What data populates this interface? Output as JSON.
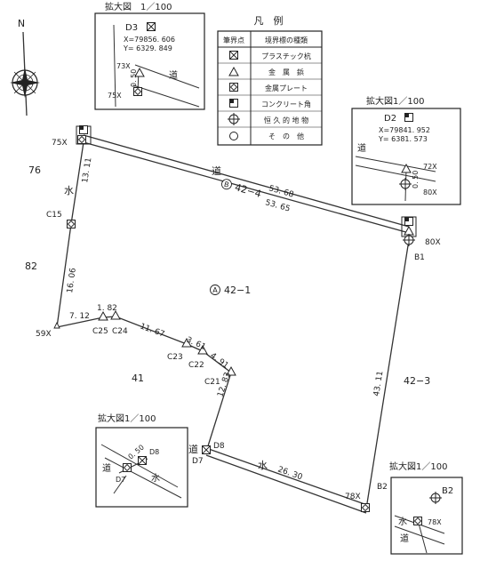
{
  "compass": {
    "north": "N"
  },
  "legend": {
    "title": "凡　例",
    "headers": [
      "筆界点",
      "境界標の種類"
    ],
    "rows": [
      {
        "icon": "plastic-stake-icon",
        "label": "プラスチック杭"
      },
      {
        "icon": "metal-pin-icon",
        "label": "金　属　鋲"
      },
      {
        "icon": "metal-plate-icon",
        "label": "金属プレート"
      },
      {
        "icon": "concrete-corner-icon",
        "label": "コンクリート角"
      },
      {
        "icon": "permanent-landmark-icon",
        "label": "恒 久 的 地 物"
      },
      {
        "icon": "other-icon",
        "label": "そ　の　他"
      }
    ]
  },
  "insets": {
    "d3": {
      "title": "拡大図　1／100",
      "point": "D3",
      "x": "X=79856. 606",
      "y": "Y= 6329. 849",
      "p1": "73X",
      "p2": "75X",
      "dim": "0. 50",
      "road": "道"
    },
    "d2": {
      "title": "拡大図1／100",
      "point": "D2",
      "x": "X=79841. 952",
      "y": "Y= 6381. 573",
      "p1": "72X",
      "p2": "80X",
      "dim": "0. 50",
      "road": "道"
    },
    "d8": {
      "title": "拡大図1／100",
      "p1": "D8",
      "p2": "D7",
      "dim": "0. 50",
      "road": "道",
      "water": "水"
    },
    "b2": {
      "title": "拡大図1／100",
      "point": "B2",
      "p1": "78X",
      "water": "水",
      "road": "道"
    }
  },
  "parcels": {
    "main": {
      "label": "42−1",
      "marker": "A"
    },
    "road": {
      "label": "42−4",
      "marker": "B"
    },
    "east": "42−3",
    "n76": "76",
    "n82": "82",
    "n41": "41"
  },
  "labels": {
    "road_top": "道",
    "water_left": "水",
    "road_bottom": "道",
    "water_bottom": "水"
  },
  "points": {
    "p75x": "75X",
    "c15": "C15",
    "p59x": "59X",
    "c25": "C25",
    "c24": "C24",
    "c23": "C23",
    "c22": "C22",
    "c21": "C21",
    "d8": "D8",
    "d7": "D7",
    "p78x": "78X",
    "b2": "B2",
    "b1": "B1",
    "p80x": "80X"
  },
  "dims": {
    "top1": "53. 68",
    "top2": "53. 65",
    "left1": "13. 11",
    "left2": "16. 06",
    "s1": "7. 12",
    "s2": "1. 82",
    "s3": "11. 67",
    "s4": "3. 61",
    "s5": "4. 91",
    "s6": "12. 83",
    "bottom": "26. 30",
    "right": "43. 11"
  }
}
